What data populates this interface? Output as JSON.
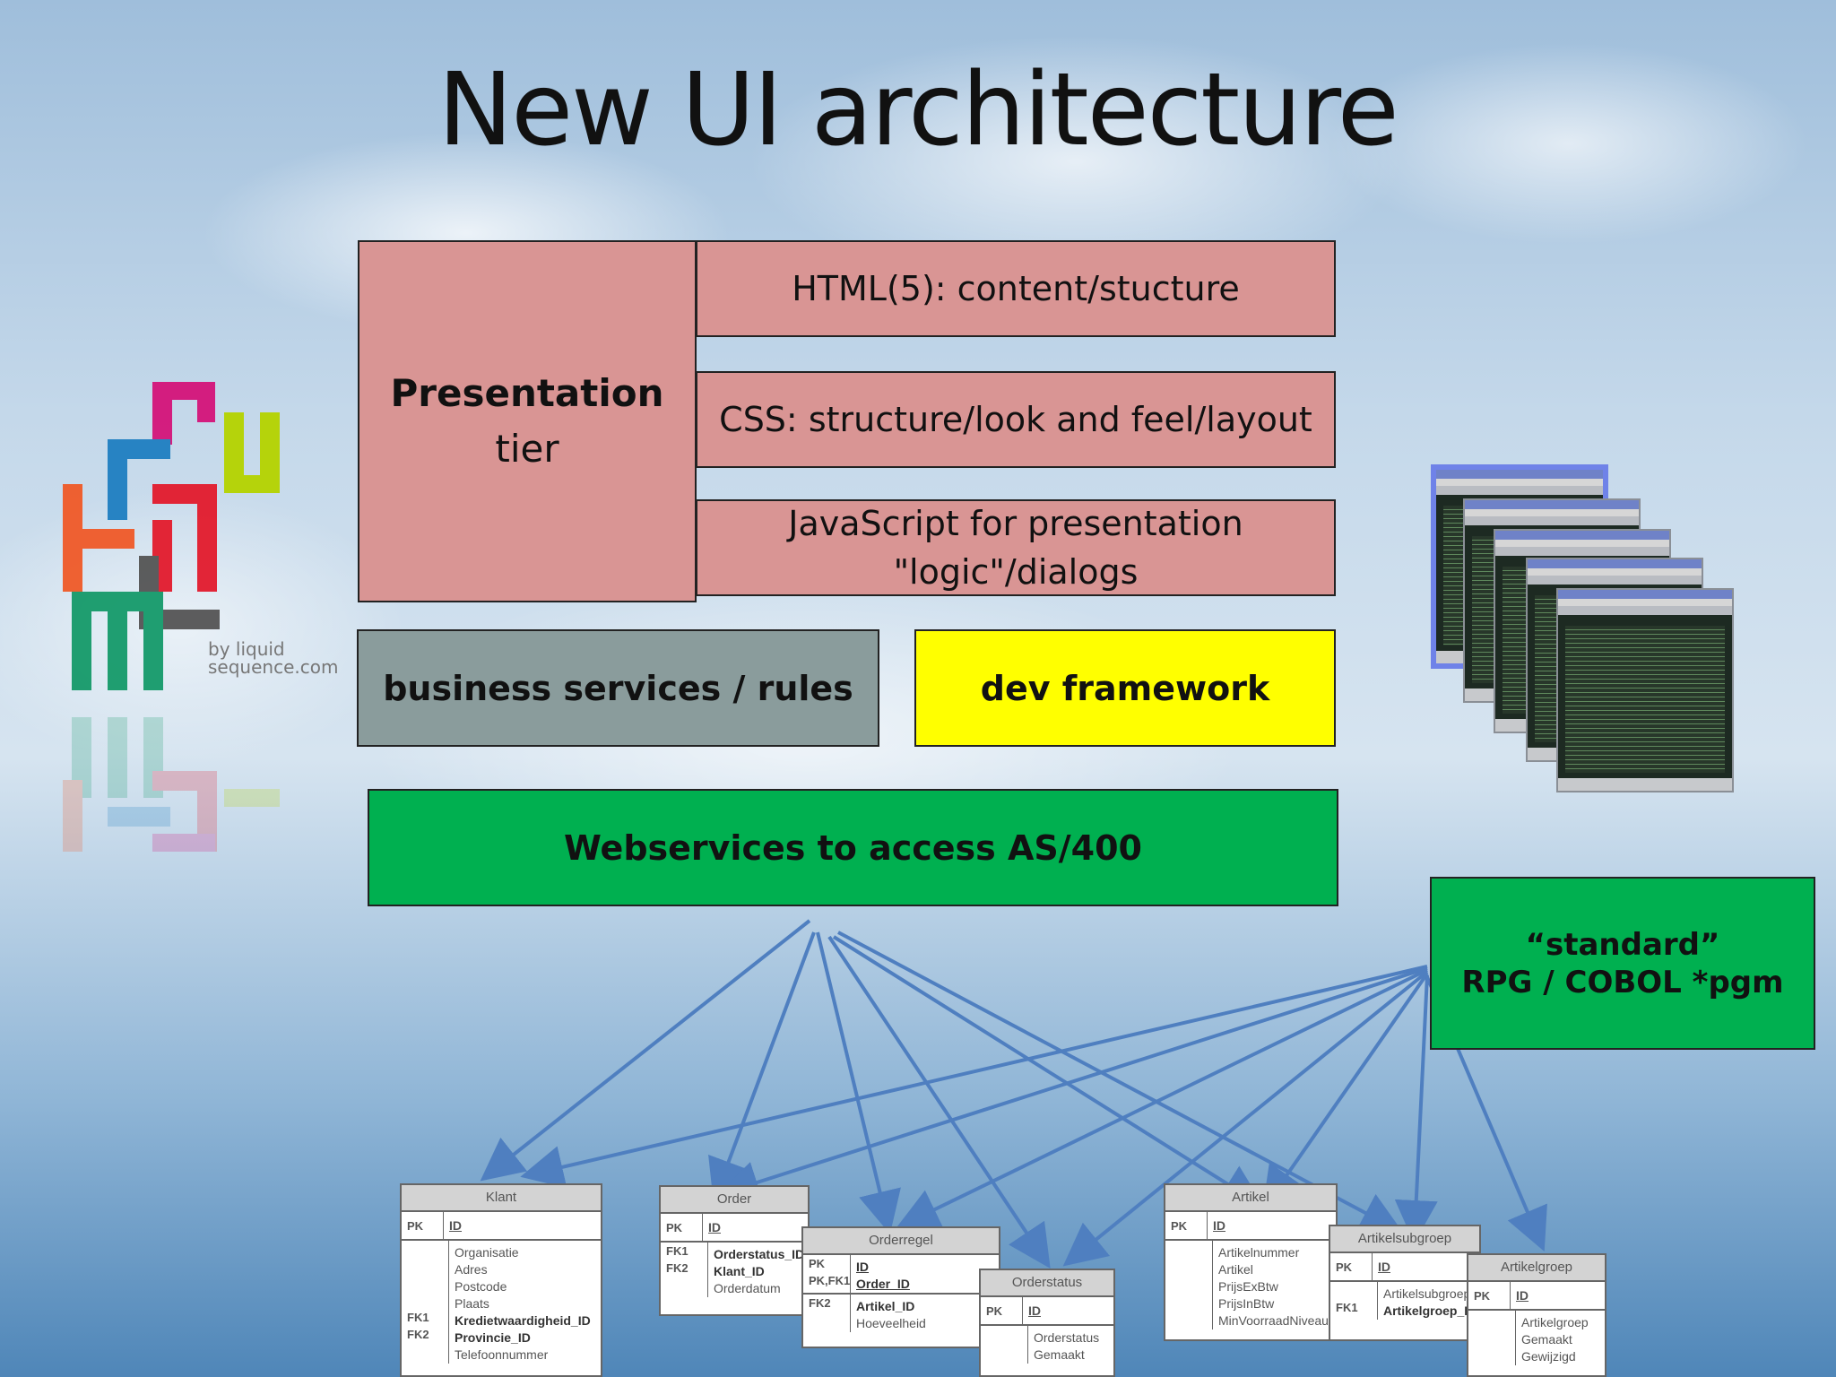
{
  "slide": {
    "title": "New UI architecture"
  },
  "presentation": {
    "title_bold": "Presentation",
    "title_rest": "tier",
    "html": "HTML(5): content/stucture",
    "css": "CSS:  structure/look and feel/layout",
    "js_line1": "JavaScript for presentation",
    "js_line2": "\"logic\"/dialogs"
  },
  "layers": {
    "business": "business services / rules",
    "dev": "dev framework",
    "webservices": "Webservices to access  AS/400"
  },
  "rpg": {
    "line1": "“standard”",
    "line2": "RPG / COBOL *pgm"
  },
  "logo": {
    "line1": "by liquid",
    "line2": "sequence.com"
  },
  "tables": {
    "klant": {
      "name": "Klant",
      "pk": "PK",
      "pk_col": "ID",
      "fields": [
        "Organisatie",
        "Adres",
        "Postcode",
        "Plaats",
        "Kredietwaardigheid_ID",
        "Provincie_ID",
        "Telefoonnummer"
      ],
      "keys": [
        "",
        "",
        "",
        "",
        "FK1",
        "FK2",
        ""
      ]
    },
    "order": {
      "name": "Order",
      "pk": "PK",
      "pk_col": "ID",
      "fields": [
        "Orderstatus_ID",
        "Klant_ID",
        "Orderdatum"
      ],
      "keys": [
        "FK1",
        "FK2",
        ""
      ]
    },
    "orderregel": {
      "name": "Orderregel",
      "pk": "PK",
      "pk2": "PK,FK1",
      "pk_col": "ID",
      "pk_col2": "Order_ID",
      "fields": [
        "Artikel_ID",
        "Hoeveelheid"
      ],
      "keys": [
        "FK2",
        ""
      ]
    },
    "orderstatus": {
      "name": "Orderstatus",
      "pk": "PK",
      "pk_col": "ID",
      "fields": [
        "Orderstatus",
        "Gemaakt"
      ]
    },
    "artikel": {
      "name": "Artikel",
      "pk": "PK",
      "pk_col": "ID",
      "fields": [
        "Artikelnummer",
        "Artikel",
        "PrijsExBtw",
        "PrijsInBtw",
        "MinVoorraadNiveau"
      ]
    },
    "artikelsubgroep": {
      "name": "Artikelsubgroep",
      "pk": "PK",
      "pk_col": "ID",
      "fields": [
        "Artikelsubgroep",
        "Artikelgroep_ID"
      ],
      "keys": [
        "",
        "FK1"
      ]
    },
    "artikelgroep": {
      "name": "Artikelgroep",
      "pk": "PK",
      "pk_col": "ID",
      "fields": [
        "Artikelgroep",
        "Gemaakt",
        "Gewijzigd"
      ]
    }
  },
  "colors": {
    "pink": "#d99594",
    "gray": "#8a9c9c",
    "yellow": "#ffff00",
    "green": "#00b050",
    "arrow": "#4f7fc0"
  }
}
